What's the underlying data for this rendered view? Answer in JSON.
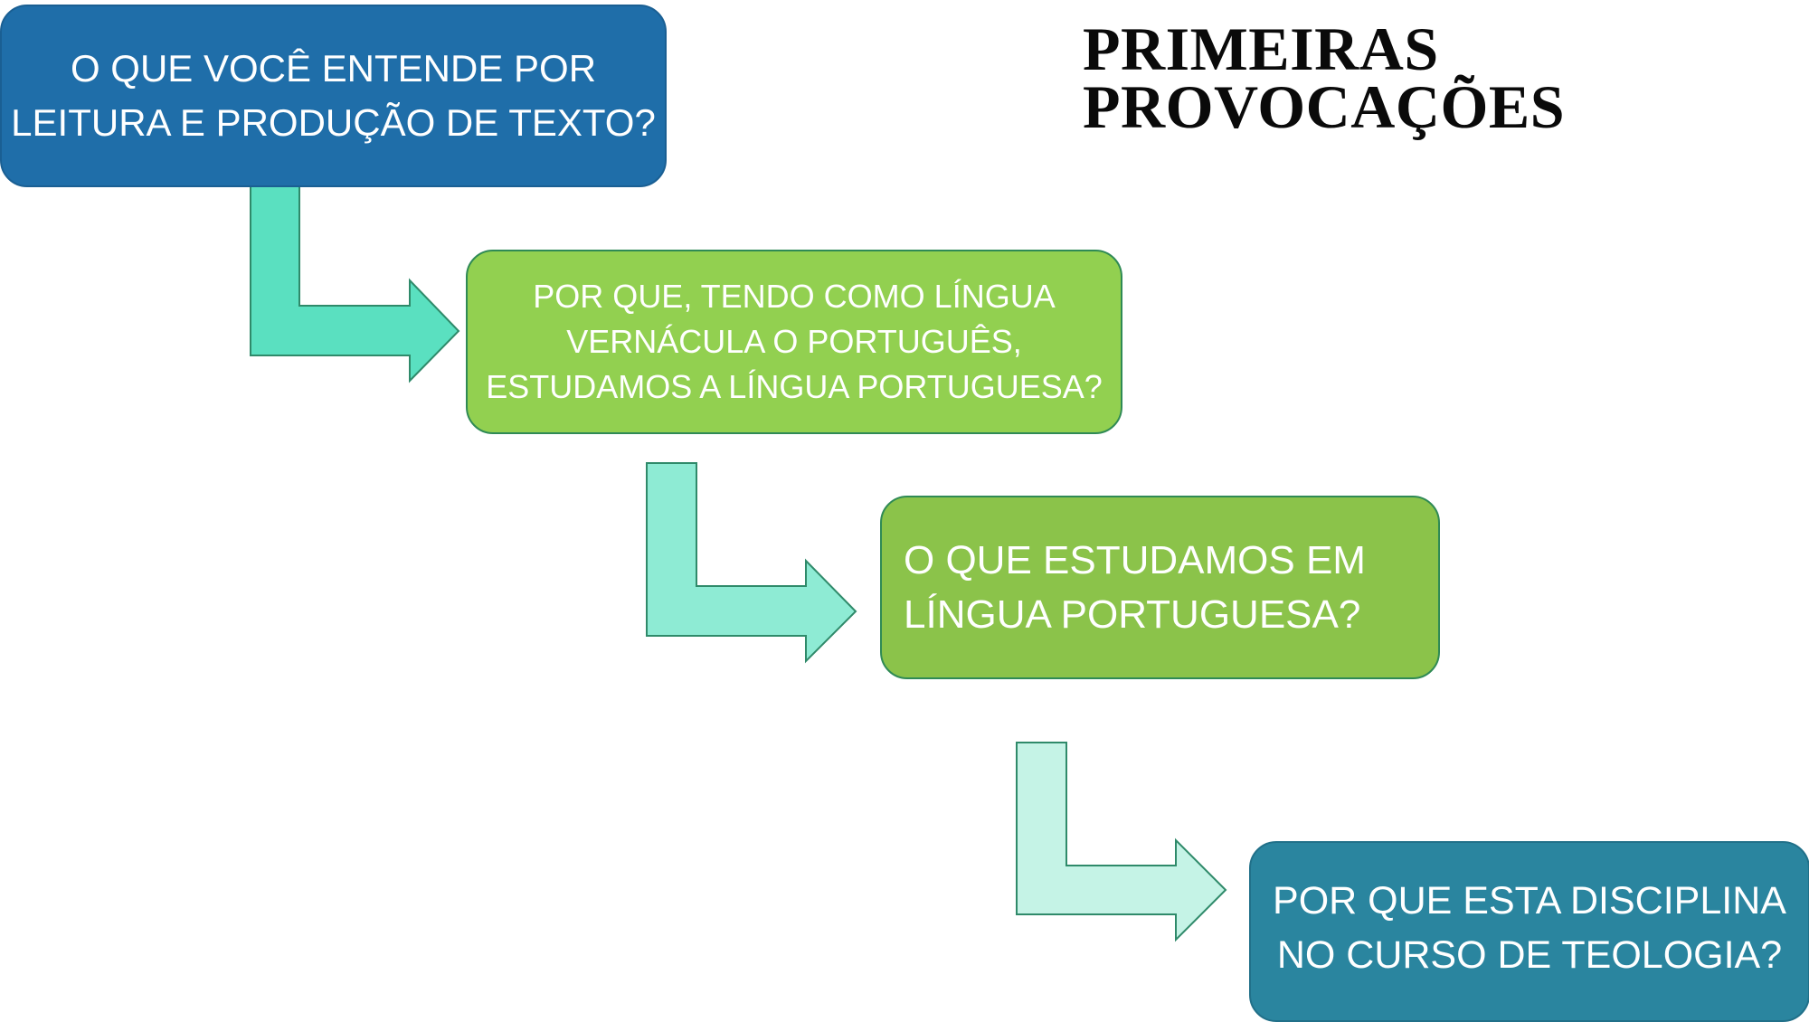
{
  "title": {
    "line1": "PRIMEIRAS",
    "line2": "PROVOCAÇÕES"
  },
  "steps": [
    {
      "lines": [
        "O QUE VOCÊ ENTENDE POR",
        "LEITURA E PRODUÇÃO DE TEXTO?"
      ],
      "color": "#1f6ea9"
    },
    {
      "lines": [
        "POR QUE, TENDO COMO LÍNGUA",
        "VERNÁCULA O PORTUGUÊS,",
        "ESTUDAMOS A LÍNGUA PORTUGUESA?"
      ],
      "color": "#92d050"
    },
    {
      "lines": [
        "O QUE ESTUDAMOS EM",
        "LÍNGUA PORTUGUESA?"
      ],
      "color": "#8bc34a"
    },
    {
      "lines": [
        "POR QUE ESTA DISCIPLINA",
        "NO CURSO DE TEOLOGIA?"
      ],
      "color": "#2a859f"
    }
  ],
  "arrows": [
    {
      "icon": "bent-arrow-right-icon",
      "color": "#5ae0c0"
    },
    {
      "icon": "bent-arrow-right-icon",
      "color": "#8eebd4"
    },
    {
      "icon": "bent-arrow-right-icon",
      "color": "#c5f3e6"
    }
  ],
  "stroke_color": "#2f8a6a"
}
